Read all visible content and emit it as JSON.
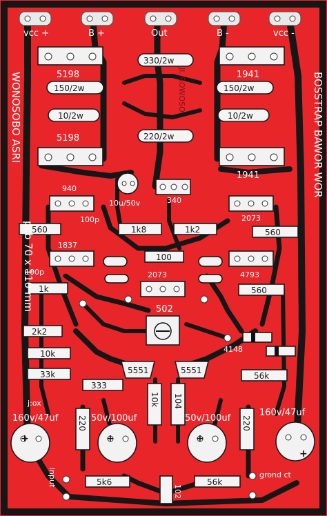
{
  "colors": {
    "board": "#e8262a",
    "trace": "#161616",
    "pad": "#e9e9e9",
    "silk": "#ffffff"
  },
  "terminals": [
    "vcc +",
    "B +",
    "Out",
    "B -",
    "vcc -"
  ],
  "side_text": {
    "left": "WONOSOBO ASRI",
    "right": "BOSSTRAP BAWOR WOR",
    "dims": "pcb 70 x 110 mm",
    "mirrored": "Jl. ROWOSO"
  },
  "transistors": {
    "t5198a": "5198",
    "t1941a": "1941",
    "t5198b": "5198",
    "t1941b": "1941",
    "t940": "940",
    "t340": "340",
    "t2073a": "2073",
    "t1837": "1837",
    "t4793": "4793",
    "t2073b": "2073"
  },
  "power_resistors": {
    "r330": "330/2w",
    "r150a": "150/2w",
    "r150b": "150/2w",
    "r10a": "10/2w",
    "r10b": "10/2w",
    "r220": "220/2w"
  },
  "resistors": {
    "r560a": "560",
    "r1k8": "1k8",
    "r1k2": "1k2",
    "r560b": "560",
    "r100": "100",
    "r1k": "1k",
    "r560c": "560",
    "r2k2": "2k2",
    "r10k": "10k",
    "r33k": "33k",
    "r333": "333",
    "r56k": "56k",
    "r220a": "220",
    "r10kv": "10k",
    "r104": "104",
    "r220b": "220",
    "r5k6": "5k6",
    "r56kb": "56k",
    "r102": "102"
  },
  "caps": {
    "c10u": "10u/50v",
    "c100pa": "100p",
    "c100pb": "100p",
    "c5551a": "5551",
    "c5551b": "5551",
    "e160a": "160v/47uf",
    "e50a": "50v/100uf",
    "e50b": "50v/100uf",
    "e160b": "160v/47uf"
  },
  "misc": {
    "trim": "502",
    "diode": "4148",
    "input": "input",
    "ground": "grond ct",
    "jumper": "j:ox"
  }
}
